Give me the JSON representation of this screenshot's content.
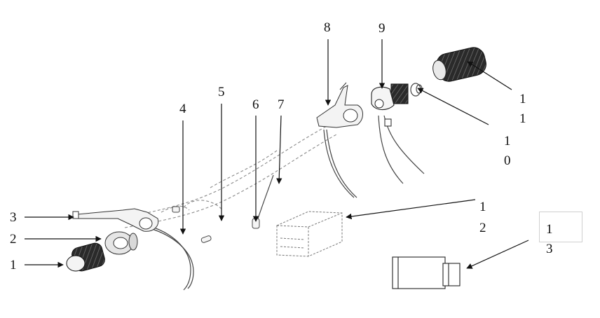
{
  "diagram": {
    "callouts": [
      {
        "id": "c1",
        "text": "1"
      },
      {
        "id": "c2",
        "text": "2"
      },
      {
        "id": "c3",
        "text": "3"
      },
      {
        "id": "c4",
        "text": "4"
      },
      {
        "id": "c5",
        "text": "5"
      },
      {
        "id": "c6",
        "text": "6"
      },
      {
        "id": "c7",
        "text": "7"
      },
      {
        "id": "c8",
        "text": "8"
      },
      {
        "id": "c9",
        "text": "9"
      },
      {
        "id": "c10",
        "text": "1 0"
      },
      {
        "id": "c11",
        "text": "1 1"
      },
      {
        "id": "c12",
        "text": "1 2"
      },
      {
        "id": "c13",
        "text": "1 3"
      }
    ]
  },
  "colors": {
    "line": "#111111",
    "part": "#555555",
    "grip": "#1a1a1a",
    "faint": "#9a9a9a"
  }
}
